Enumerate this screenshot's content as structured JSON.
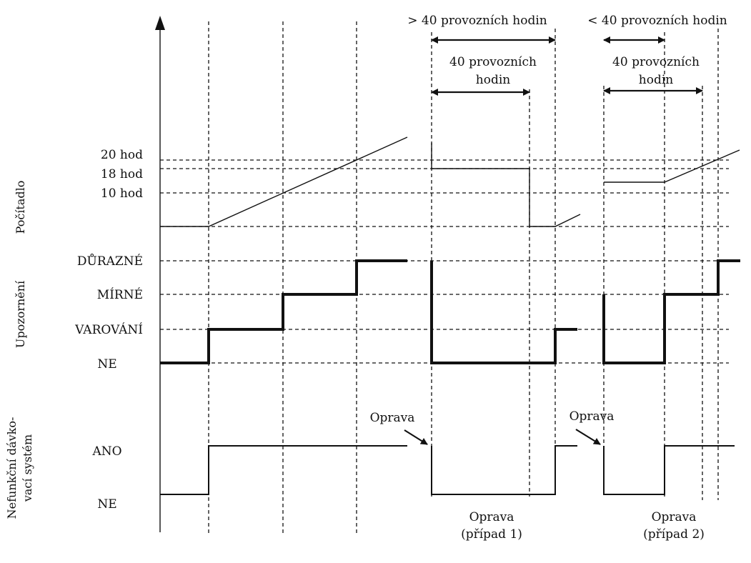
{
  "diagram": {
    "counter": {
      "axis_label": "Počítadlo",
      "level_20": "20 hod",
      "level_18": "18 hod",
      "level_10": "10 hod"
    },
    "warning": {
      "axis_label": "Upozornění",
      "level_strong": "DŮRAZNÉ",
      "level_mild": "MÍRNÉ",
      "level_warning": "VAROVÁNÍ",
      "level_none": "NE"
    },
    "faulty_system": {
      "axis_label_line1": "Nefunkční dávko-",
      "axis_label_line2": "vací systém",
      "level_yes": "ANO",
      "level_no": "NE"
    },
    "intervals": {
      "more_than_40": "> 40 provozních hodin",
      "less_than_40": "< 40 provozních hodin",
      "forty_line1": "40 provozních",
      "forty_line2": "hodin"
    },
    "repair": {
      "label": "Oprava",
      "case1_line1": "Oprava",
      "case1_line2": "(případ 1)",
      "case2_line1": "Oprava",
      "case2_line2": "(případ 2)"
    }
  }
}
